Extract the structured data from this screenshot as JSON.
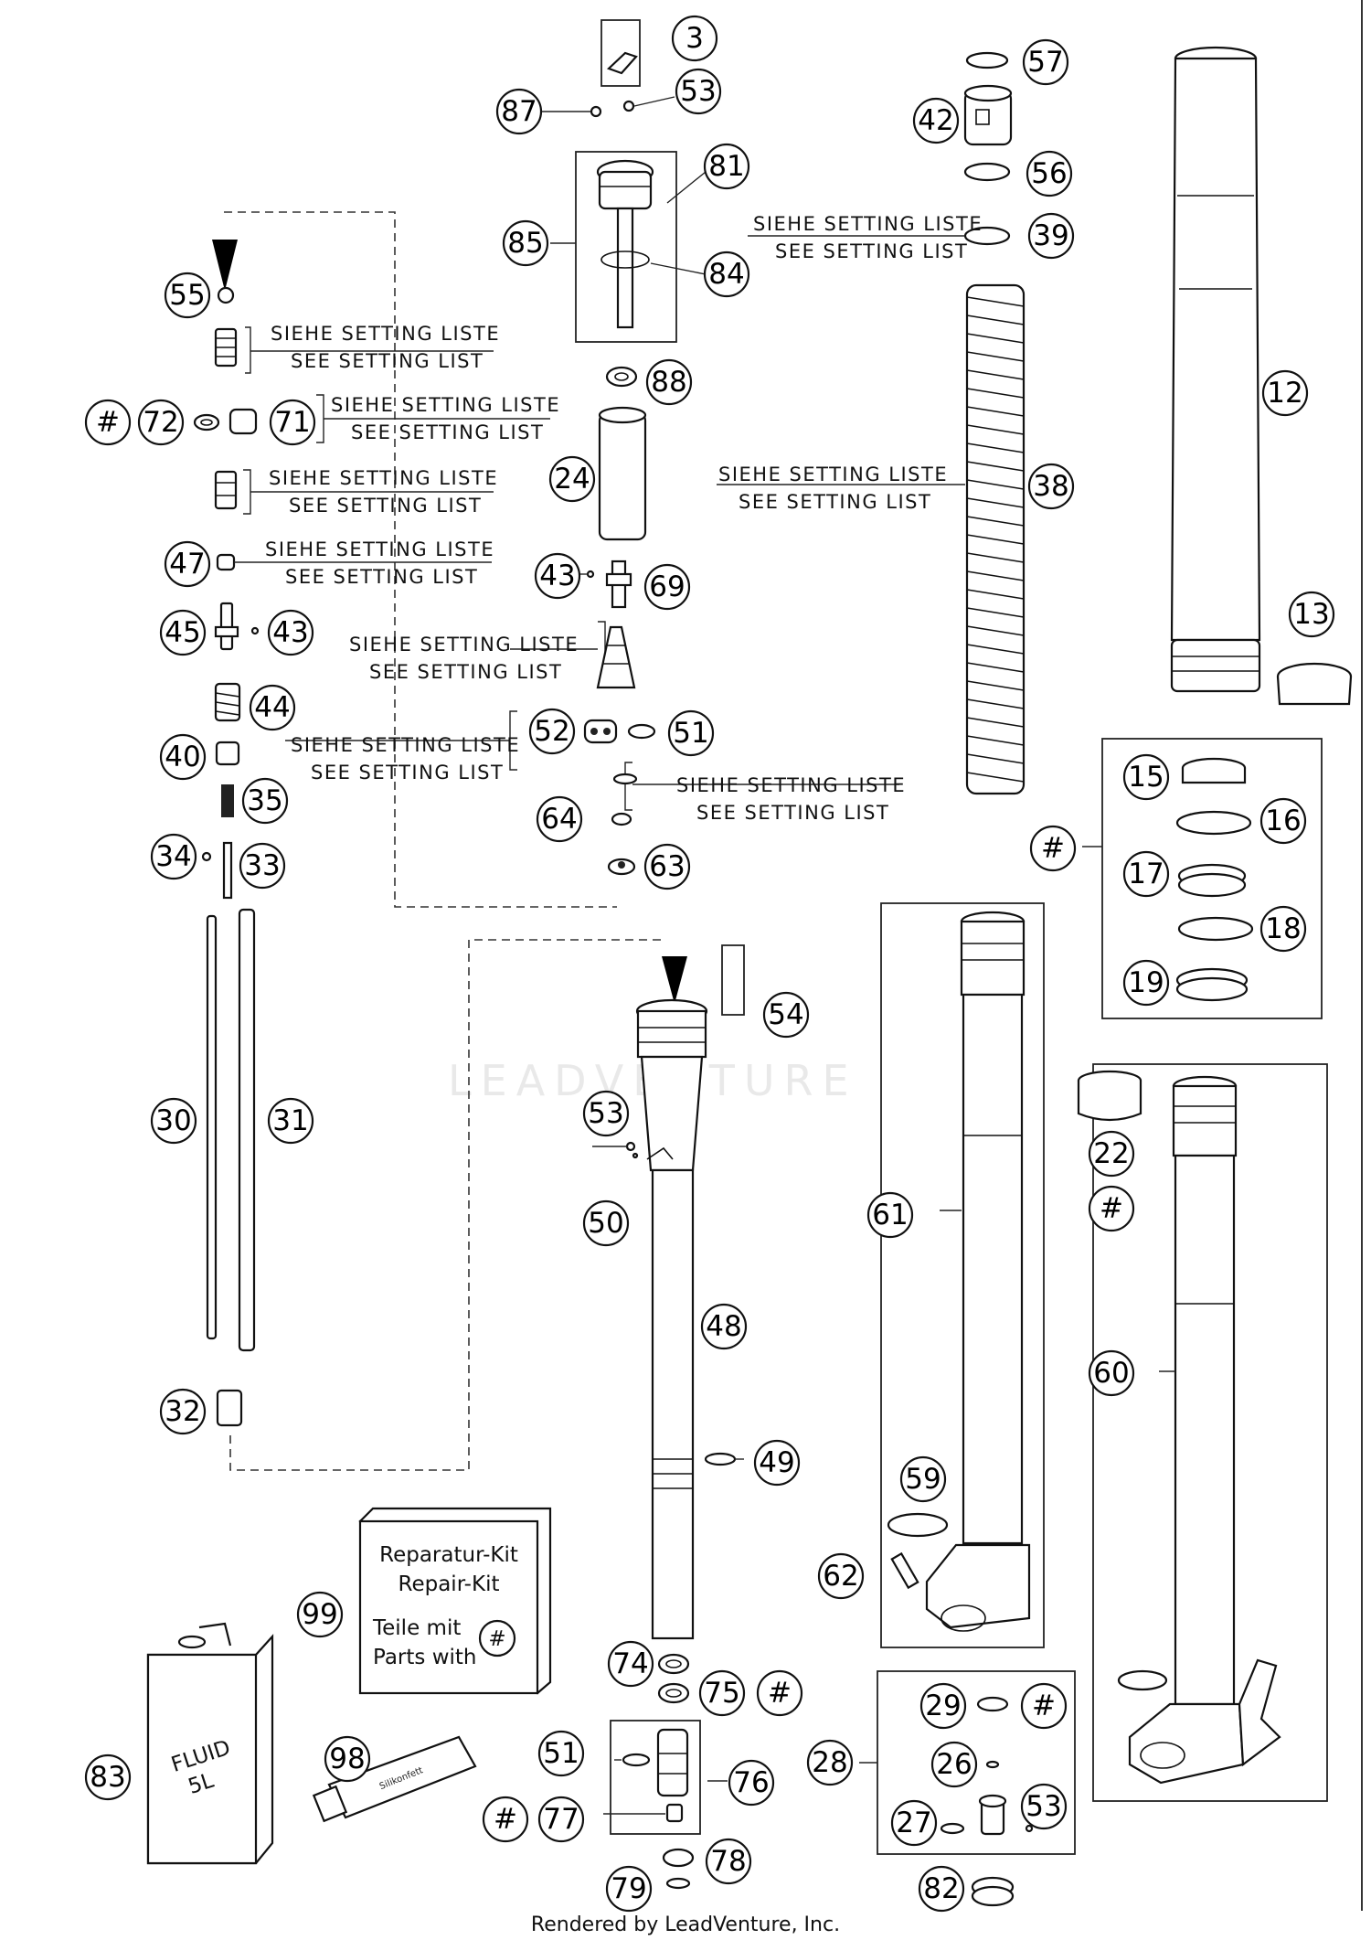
{
  "notes": {
    "siehe": "SIEHE SETTING LISTE",
    "see": "SEE SETTING LIST"
  },
  "labels": {
    "l3": "3",
    "l87": "87",
    "l53a": "53",
    "l81": "81",
    "l85": "85",
    "l84": "84",
    "l57": "57",
    "l42": "42",
    "l56": "56",
    "l39": "39",
    "l12": "12",
    "l38": "38",
    "l13": "13",
    "l55": "55",
    "lh1": "#",
    "l72": "72",
    "l71": "71",
    "l88": "88",
    "l24": "24",
    "l47": "47",
    "l43a": "43",
    "l69": "69",
    "l45": "45",
    "l43b": "43",
    "l44": "44",
    "l40": "40",
    "l52": "52",
    "l51a": "51",
    "l35": "35",
    "l64": "64",
    "l34": "34",
    "l33": "33",
    "l63": "63",
    "lh2": "#",
    "l15": "15",
    "l16": "16",
    "l17": "17",
    "l18": "18",
    "l19": "19",
    "l54": "54",
    "l30": "30",
    "l31": "31",
    "l53b": "53",
    "l50": "50",
    "l22": "22",
    "lh3": "#",
    "l61": "61",
    "l48": "48",
    "l60": "60",
    "l32": "32",
    "l49": "49",
    "l59": "59",
    "l62": "62",
    "l99": "99",
    "l74": "74",
    "l75": "75",
    "lh4": "#",
    "l29": "29",
    "lh5": "#",
    "l83": "83",
    "l98": "98",
    "l51b": "51",
    "l76": "76",
    "l28": "28",
    "l26": "26",
    "lh6": "#",
    "l77": "77",
    "l27": "27",
    "l53c": "53",
    "l78": "78",
    "l79": "79",
    "l82": "82"
  },
  "repair_kit": {
    "line1": "Reparatur-Kit",
    "line2": "Repair-Kit",
    "line3": "Teile mit",
    "line4": "Parts with",
    "symbol": "#"
  },
  "fluid_can": {
    "line1": "FLUID",
    "line2": "5L"
  },
  "tube_label": "Silikonfett",
  "watermark": "LEADVENTURE",
  "footer": "Rendered by LeadVenture, Inc."
}
